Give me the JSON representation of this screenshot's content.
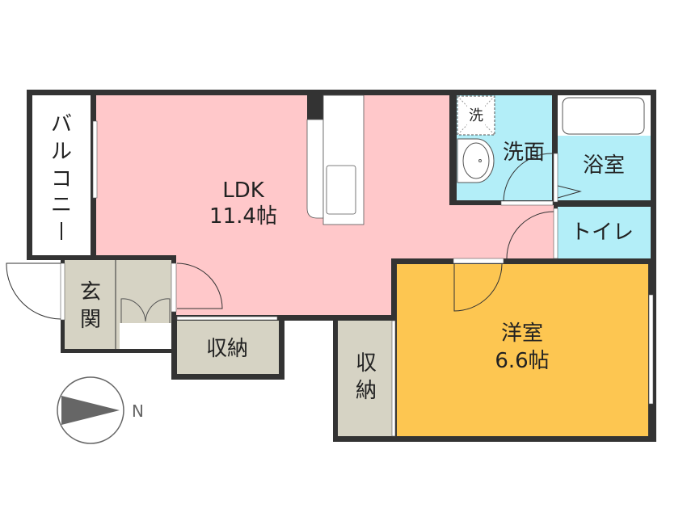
{
  "rooms": {
    "balcony": {
      "label": [
        "バ",
        "ル",
        "コ",
        "ニ",
        "ー"
      ]
    },
    "ldk": {
      "label": "LDK",
      "size": "11.4帖"
    },
    "washroom": {
      "label": "洗面",
      "washer": "洗"
    },
    "bath": {
      "label": "浴室"
    },
    "toilet": {
      "label": "トイレ"
    },
    "western": {
      "label": "洋室",
      "size": "6.6帖"
    },
    "entrance": {
      "label": [
        "玄",
        "関"
      ]
    },
    "storage_a": {
      "label": "収納"
    },
    "storage_b": {
      "label": [
        "収",
        "納"
      ]
    }
  },
  "compass": {
    "north": "N"
  },
  "colors": {
    "ldk": "#FFC8CA",
    "wet": "#B3EEF8",
    "western": "#FDC651",
    "storage": "#D6D3C4",
    "wall": "#333333"
  }
}
